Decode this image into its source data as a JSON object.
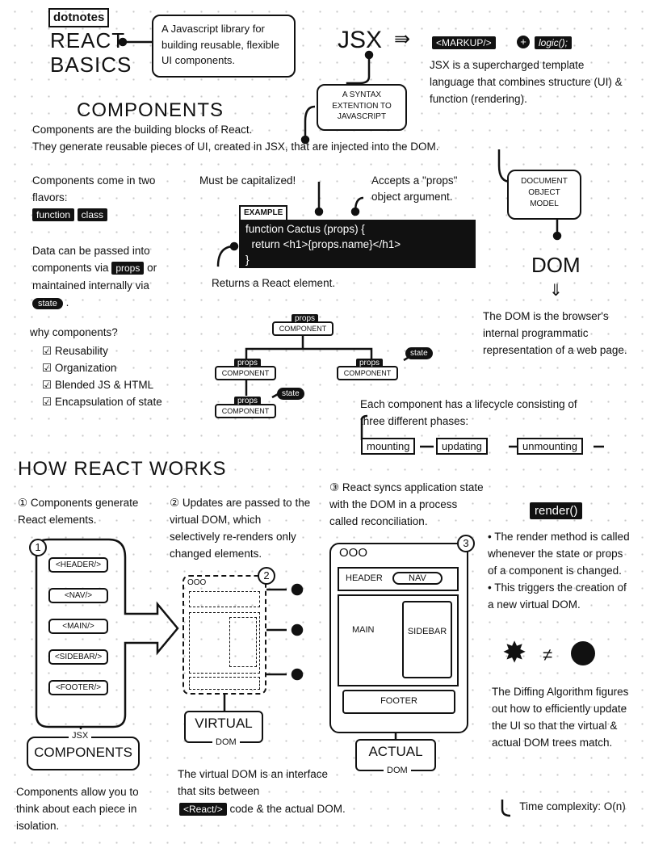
{
  "brand": "dotnotes",
  "title": [
    "REACT",
    "BASICS"
  ],
  "react_def": "A Javascript library for building reusable, flexible UI components.",
  "jsx": {
    "label": "JSX",
    "markup": "<MARKUP/>",
    "plus": "+",
    "logic": "logic();",
    "desc": "JSX is a supercharged template language that combines structure (UI) & function (rendering).",
    "callout": "A SYNTAX EXTENTION TO JAVASCRIPT"
  },
  "components": {
    "heading": "COMPONENTS",
    "intro1": "Components are the building blocks of React.",
    "intro2": "They generate reusable pieces of UI, created in JSX, that are injected into the DOM.",
    "flavors_text": "Components come in two flavors:",
    "flavors": [
      "function",
      "class"
    ],
    "data_text1": "Data can be passed into components via",
    "props": "props",
    "data_text2": "or maintained internally via",
    "state": "state",
    "must_cap": "Must be capitalized!",
    "accepts": "Accepts a \"props\" object argument.",
    "example_label": "EXAMPLE",
    "code": [
      "function Cactus (props) {",
      "  return <h1>{props.name}</h1>",
      "}"
    ],
    "returns": "Returns a React element.",
    "why": "why components?",
    "reasons": [
      "Reusability",
      "Organization",
      "Blended JS & HTML",
      "Encapsulation of state"
    ],
    "tree_props": "props",
    "tree_component": "COMPONENT",
    "tree_state": "state",
    "lifecycle": "Each component has a lifecycle consisting of three different phases:",
    "phases": [
      "mounting",
      "updating",
      "unmounting"
    ]
  },
  "dom": {
    "callout": "DOCUMENT OBJECT MODEL",
    "label": "DOM",
    "arrow": "⇓",
    "desc": "The DOM is the browser's internal programmatic representation of a web page."
  },
  "how": {
    "heading": "HOW REACT WORKS",
    "step1": "① Components generate React elements.",
    "step2": "② Updates are passed to the virtual DOM, which selectively re-renders only changed elements.",
    "step3": "③ React syncs application state with the DOM in a process called reconciliation.",
    "tags": [
      "<HEADER/>",
      "<NAV/>",
      "<MAIN/>",
      "<SIDEBAR/>",
      "<FOOTER/>"
    ],
    "jsx_components": [
      "JSX",
      "COMPONENTS"
    ],
    "components_note": "Components allow you to think about each piece in isolation.",
    "virtual_dom": [
      "VIRTUAL",
      "DOM"
    ],
    "vdom_note1": "The virtual DOM is an interface that sits between",
    "react_tag": "<React/>",
    "vdom_note2": "code & the actual DOM.",
    "browser_dots": "OOO",
    "actual": {
      "header": "HEADER",
      "nav": "NAV",
      "main": "MAIN",
      "sidebar": "SIDEBAR",
      "footer": "FOOTER"
    },
    "actual_dom": [
      "ACTUAL",
      "DOM"
    ],
    "nums": [
      "1",
      "2",
      "3"
    ]
  },
  "render": {
    "label": "render()",
    "bullet1": "The render method is called whenever the state or props of a component is changed.",
    "bullet2": "This triggers the creation of a new virtual DOM.",
    "neq": "≠",
    "diffing": "The Diffing Algorithm figures out how to efficiently update the UI so that the virtual & actual DOM trees match.",
    "complexity": "Time complexity: O(n)"
  }
}
